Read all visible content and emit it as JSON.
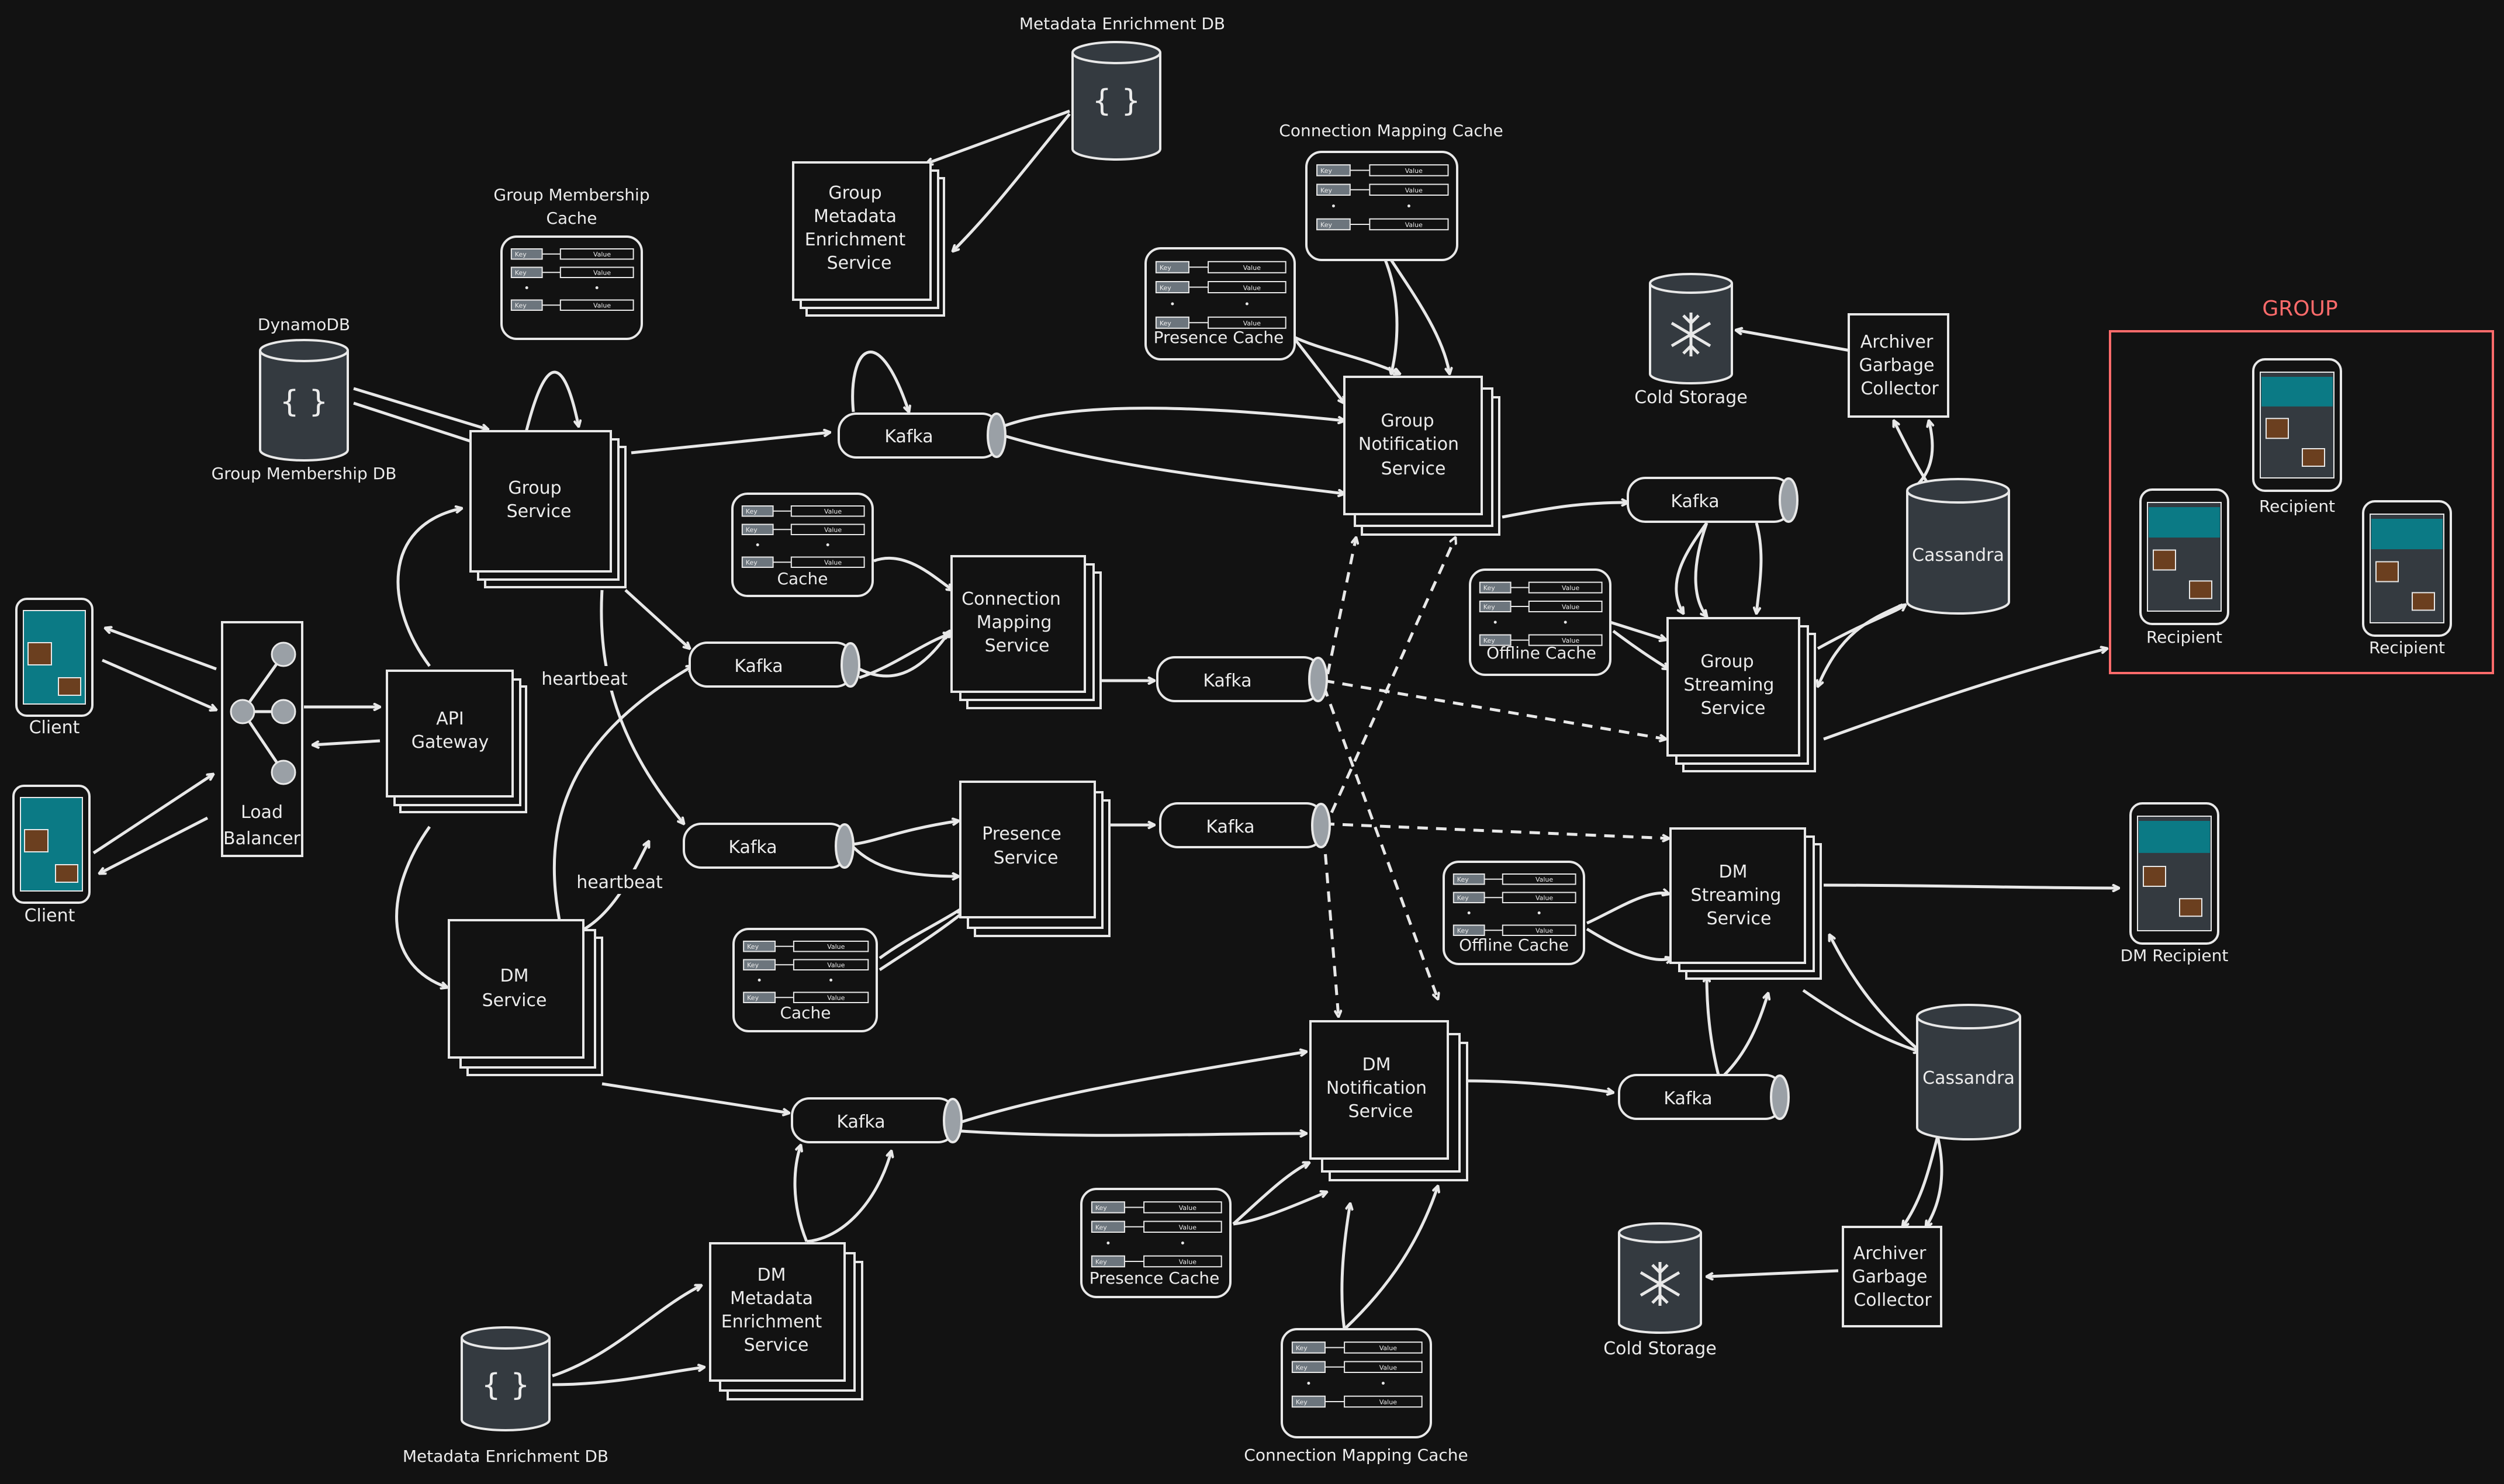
{
  "group_title": "GROUP",
  "services": {
    "group_service": [
      "Group",
      "Service"
    ],
    "dm_service": [
      "DM",
      "Service"
    ],
    "api_gateway": [
      "API",
      "Gateway"
    ],
    "load_balancer": [
      "Load",
      "Balancer"
    ],
    "group_metadata": [
      "Group",
      "Metadata",
      "Enrichment",
      "Service"
    ],
    "dm_metadata": [
      "DM",
      "Metadata",
      "Enrichment",
      "Service"
    ],
    "connection_mapping": [
      "Connection",
      "Mapping",
      "Service"
    ],
    "presence": [
      "Presence",
      "Service"
    ],
    "group_notification": [
      "Group",
      "Notification",
      "Service"
    ],
    "dm_notification": [
      "DM",
      "Notification",
      "Service"
    ],
    "group_streaming": [
      "Group",
      "Streaming",
      "Service"
    ],
    "dm_streaming": [
      "DM",
      "Streaming",
      "Service"
    ],
    "archiver_top": [
      "Archiver",
      "Garbage",
      "Collector"
    ],
    "archiver_bottom": [
      "Archiver",
      "Garbage",
      "Collector"
    ]
  },
  "kafka_label": "Kafka",
  "databases": {
    "dynamodb_top": "DynamoDB",
    "group_membership_db": "Group Membership DB",
    "metadata_db_top": "Metadata Enrichment DB",
    "metadata_db_bottom": "Metadata Enrichment DB",
    "cassandra_top": "Cassandra",
    "cassandra_bottom": "Cassandra",
    "cold_storage_top": "Cold Storage",
    "cold_storage_bottom": "Cold Storage",
    "db_icon": "{ }"
  },
  "caches": {
    "group_membership": [
      "Group Membership",
      "Cache"
    ],
    "connection_mapping_top": "Connection Mapping Cache",
    "connection_mapping_bottom": "Connection Mapping Cache",
    "presence_top": "Presence Cache",
    "presence_bottom": "Presence Cache",
    "cache_mid": "Cache",
    "cache_low": "Cache",
    "offline_top": "Offline Cache",
    "offline_bottom": "Offline Cache",
    "key": "Key",
    "value": "Value"
  },
  "edge_labels": {
    "heartbeat_1": "heartbeat",
    "heartbeat_2": "heartbeat"
  },
  "devices": {
    "client_1": "Client",
    "client_2": "Client",
    "recipient_1": "Recipient",
    "recipient_2": "Recipient",
    "recipient_3": "Recipient",
    "dm_recipient": "DM Recipient"
  },
  "colors": {
    "background": "#121212",
    "stroke": "#e8e8e8",
    "group_accent": "#ff6b6b",
    "screen": "#0b7a85",
    "db_fill": "#343a40"
  }
}
